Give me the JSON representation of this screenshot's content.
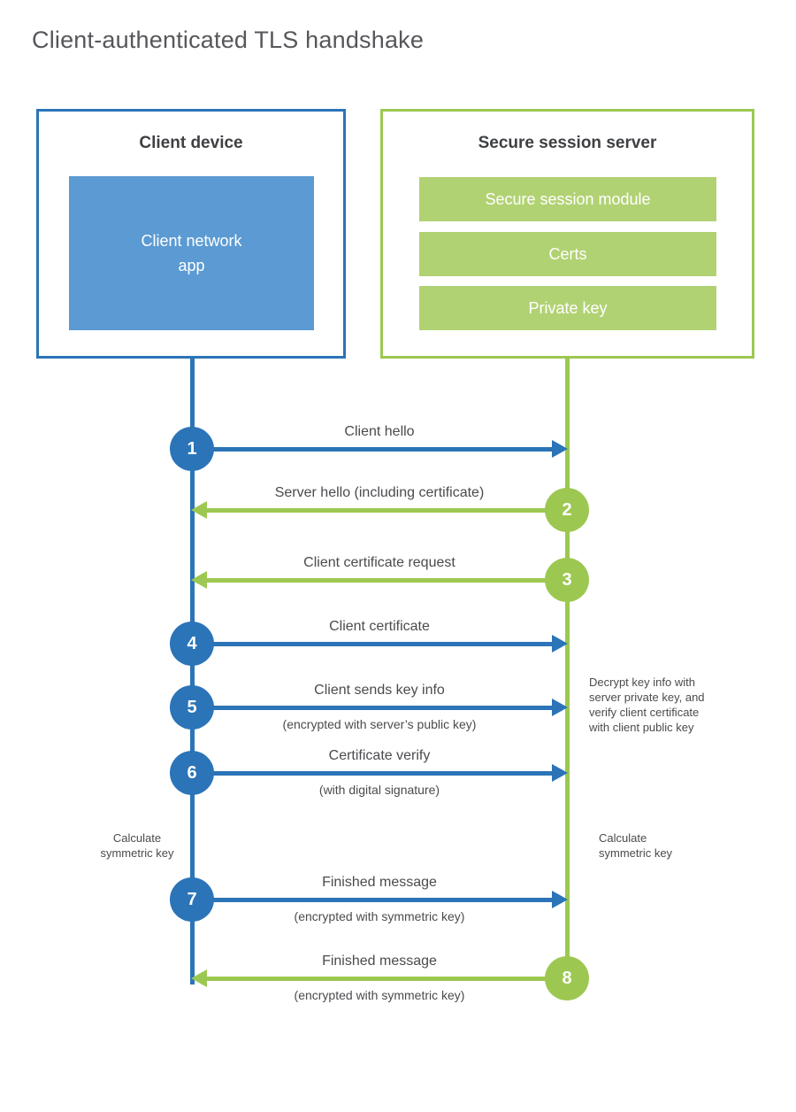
{
  "title": "Client-authenticated TLS handshake",
  "colors": {
    "client_accent": "#2b74b8",
    "client_fill": "#5b9ad2",
    "server_accent": "#9cc851",
    "server_fill": "#b1d273",
    "text": "#4a4b4e"
  },
  "client_box": {
    "title": "Client device",
    "app_label": "Client network\napp"
  },
  "server_box": {
    "title": "Secure session server",
    "modules": [
      "Secure session module",
      "Certs",
      "Private key"
    ]
  },
  "steps": [
    {
      "num": "1",
      "label": "Client hello",
      "direction": "client-to-server"
    },
    {
      "num": "2",
      "label": "Server hello (including certificate)",
      "direction": "server-to-client"
    },
    {
      "num": "3",
      "label": "Client certificate request",
      "direction": "server-to-client"
    },
    {
      "num": "4",
      "label": "Client certificate",
      "direction": "client-to-server"
    },
    {
      "num": "5",
      "label": "Client sends key info",
      "sub": "(encrypted with server’s public key)",
      "direction": "client-to-server"
    },
    {
      "num": "6",
      "label": "Certificate verify",
      "sub": "(with digital signature)",
      "direction": "client-to-server"
    },
    {
      "num": "7",
      "label": "Finished message",
      "sub": "(encrypted with symmetric key)",
      "direction": "client-to-server"
    },
    {
      "num": "8",
      "label": "Finished message",
      "sub": "(encrypted with symmetric key)",
      "direction": "server-to-client"
    }
  ],
  "notes": {
    "decrypt": "Decrypt key info with\nserver private key, and\nverify client certificate\nwith client public key",
    "calc_left": "Calculate\nsymmetric key",
    "calc_right": "Calculate\nsymmetric key"
  }
}
